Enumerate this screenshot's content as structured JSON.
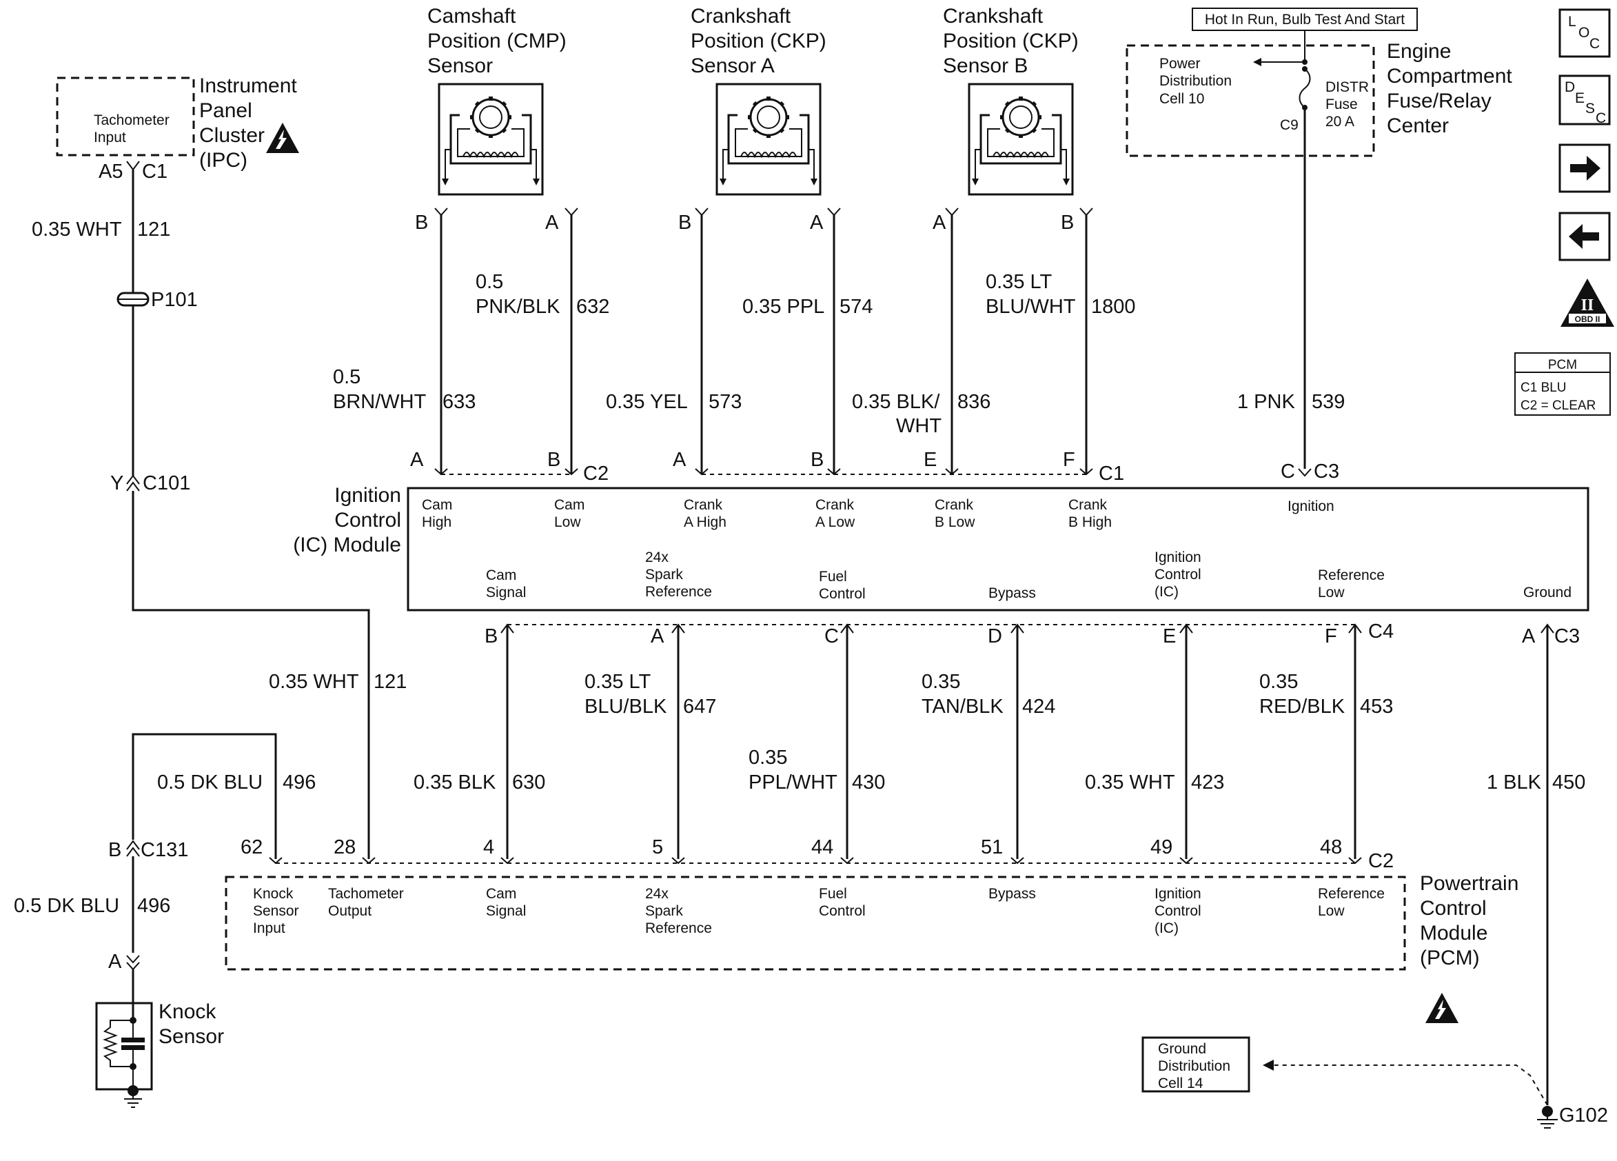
{
  "components": {
    "ipc": {
      "title_lines": [
        "Instrument",
        "Panel",
        "Cluster",
        "(IPC)"
      ],
      "input_lines": [
        "Tachometer",
        "Input"
      ],
      "pin": "A5",
      "connector": "C1"
    },
    "cmp": {
      "title_lines": [
        "Camshaft",
        "Position (CMP)",
        "Sensor"
      ],
      "pin_left": "B",
      "pin_right": "A"
    },
    "ckp_a": {
      "title_lines": [
        "Crankshaft",
        "Position (CKP)",
        "Sensor A"
      ],
      "pin_left": "B",
      "pin_right": "A"
    },
    "ckp_b": {
      "title_lines": [
        "Crankshaft",
        "Position (CKP)",
        "Sensor B"
      ],
      "pin_left": "A",
      "pin_right": "B"
    },
    "fuse_center": {
      "banner": "Hot In Run, Bulb Test And Start",
      "title_lines": [
        "Engine",
        "Compartment",
        "Fuse/Relay",
        "Center"
      ],
      "pd_lines": [
        "Power",
        "Distribution",
        "Cell 10"
      ],
      "fuse_lines": [
        "DISTR",
        "Fuse",
        "20 A"
      ],
      "fuse_conn": "C9"
    },
    "ic_module": {
      "title_lines": [
        "Ignition",
        "Control",
        "(IC) Module"
      ],
      "top_labels": [
        [
          "Cam",
          "High"
        ],
        [
          "Cam",
          "Low"
        ],
        [
          "Crank",
          "A High"
        ],
        [
          "Crank",
          "A Low"
        ],
        [
          "Crank",
          "B Low"
        ],
        [
          "Crank",
          "B High"
        ],
        [
          "Ignition"
        ]
      ],
      "bottom_labels": [
        [
          "Cam",
          "Signal"
        ],
        [
          "24x",
          "Spark",
          "Reference"
        ],
        [
          "Fuel",
          "Control"
        ],
        [
          "Bypass"
        ],
        [
          "Ignition",
          "Control",
          "(IC)"
        ],
        [
          "Reference",
          "Low"
        ],
        [
          "Ground"
        ]
      ]
    },
    "pcm": {
      "title_lines": [
        "Powertrain",
        "Control",
        "Module",
        "(PCM)"
      ],
      "labels": [
        [
          "Knock",
          "Sensor",
          "Input"
        ],
        [
          "Tachometer",
          "Output"
        ],
        [
          "Cam",
          "Signal"
        ],
        [
          "24x",
          "Spark",
          "Reference"
        ],
        [
          "Fuel",
          "Control"
        ],
        [
          "Bypass"
        ],
        [
          "Ignition",
          "Control",
          "(IC)"
        ],
        [
          "Reference",
          "Low"
        ]
      ],
      "pins": [
        "62",
        "28",
        "4",
        "5",
        "44",
        "51",
        "49",
        "48"
      ],
      "connector": "C2"
    },
    "knock_sensor": {
      "title_lines": [
        "Knock",
        "Sensor"
      ]
    },
    "ground_dist": {
      "lines": [
        "Ground",
        "Distribution",
        "Cell 14"
      ]
    },
    "ground_point": "G102"
  },
  "wires": {
    "ipc_tach": {
      "gauge": "0.35 WHT",
      "circuit": "121"
    },
    "inline_p101": "P101",
    "c101": {
      "pin": "Y",
      "connector": "C101"
    },
    "ipc_tach_lower": {
      "gauge": "0.35 WHT",
      "circuit": "121"
    },
    "cmp_b": {
      "gauge_lines": [
        "0.5",
        "BRN/WHT"
      ],
      "circuit": "633"
    },
    "cmp_a": {
      "gauge_lines": [
        "0.5",
        "PNK/BLK"
      ],
      "circuit": "632"
    },
    "ckpa_b": {
      "gauge": "0.35 YEL",
      "circuit": "573"
    },
    "ckpa_a": {
      "gauge": "0.35 PPL",
      "circuit": "574"
    },
    "ckpb_a": {
      "gauge_lines": [
        "0.35 BLK/",
        "WHT"
      ],
      "circuit": "836"
    },
    "ckpb_b": {
      "gauge_lines": [
        "0.35 LT",
        "BLU/WHT"
      ],
      "circuit": "1800"
    },
    "ign_feed": {
      "gauge": "1 PNK",
      "circuit": "539"
    },
    "cam_signal": {
      "gauge": "0.35 BLK",
      "circuit": "630"
    },
    "spark_ref": {
      "gauge_lines": [
        "0.35 LT",
        "BLU/BLK"
      ],
      "circuit": "647"
    },
    "fuel_control": {
      "gauge_lines": [
        "0.35",
        "PPL/WHT"
      ],
      "circuit": "430"
    },
    "bypass": {
      "gauge_lines": [
        "0.35",
        "TAN/BLK"
      ],
      "circuit": "424"
    },
    "ic": {
      "gauge": "0.35 WHT",
      "circuit": "423"
    },
    "ref_low": {
      "gauge_lines": [
        "0.35",
        "RED/BLK"
      ],
      "circuit": "453"
    },
    "ground": {
      "gauge": "1 BLK",
      "circuit": "450"
    },
    "knock_upper": {
      "gauge": "0.5 DK BLU",
      "circuit": "496"
    },
    "knock_lower": {
      "gauge": "0.5 DK BLU",
      "circuit": "496"
    },
    "c131": {
      "pin": "B",
      "connector": "C131"
    },
    "knock_pin": "A"
  },
  "ic_connectors": {
    "c2": {
      "label": "C2",
      "pins": [
        "A",
        "B"
      ]
    },
    "c1": {
      "label": "C1",
      "pins": [
        "A",
        "B",
        "E",
        "F"
      ]
    },
    "c3_top": {
      "label": "C3",
      "pin": "C"
    },
    "c4": {
      "label": "C4",
      "pins": [
        "B",
        "A",
        "C",
        "D",
        "E",
        "F"
      ]
    },
    "c3_bottom": {
      "label": "C3",
      "pin": "A"
    }
  },
  "side_icons": {
    "loc": "LOC",
    "desc": "DESC",
    "obd_numeral": "II",
    "obd_text": "OBD II",
    "legend": {
      "title": "PCM",
      "row1": "C1   BLU",
      "row2": "C2 = CLEAR"
    }
  }
}
